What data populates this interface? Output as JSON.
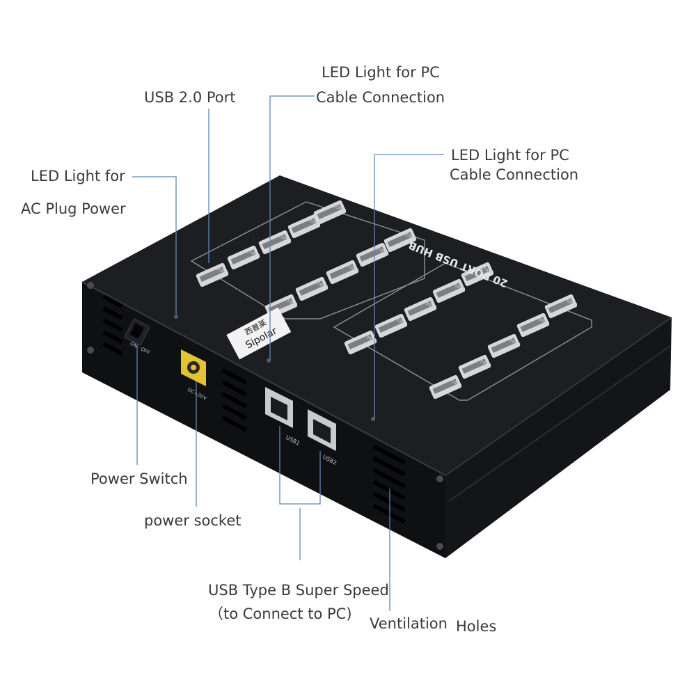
{
  "callouts": {
    "usb_port": "USB 2.0 Port",
    "led_pc_1_line1": "LED Light for PC",
    "led_pc_1_line2": "Cable Connection",
    "led_pc_2_line1": "LED Light for PC",
    "led_pc_2_line2": "Cable Connection",
    "led_ac_line1": "LED Light for",
    "led_ac_line2": "AC Plug Power",
    "power_switch": "Power Switch",
    "power_socket": "power socket",
    "usb_b_line1": "USB Type B Super Speed",
    "usb_b_line2": "（to  Connect to PC)",
    "ventilation_1": "Ventilation",
    "ventilation_2": "Holes"
  },
  "device": {
    "top_title": "20 PORT USB HUB",
    "brand_logo": "Sipolar",
    "brand_chinese": "西普莱",
    "switch_label": "ON · OFF",
    "dc_label": "DC+20V",
    "usb_b_1": "USB1",
    "usb_b_2": "USB2",
    "port_labels": [
      "USB1",
      "USB2",
      "USB3",
      "USB4",
      "USB5",
      "USB6",
      "USB7",
      "USB8",
      "USB9",
      "USB10",
      "USB11",
      "USB12",
      "USB13",
      "USB14",
      "USB15",
      "USB16",
      "USB17",
      "USB18",
      "USB19",
      "USB20"
    ]
  },
  "colors": {
    "casing": "#1b1c20",
    "casing_front": "#121316",
    "leader_line": "#5b87b5",
    "text": "#3a3a3a",
    "dc_socket": "#e3c234"
  }
}
